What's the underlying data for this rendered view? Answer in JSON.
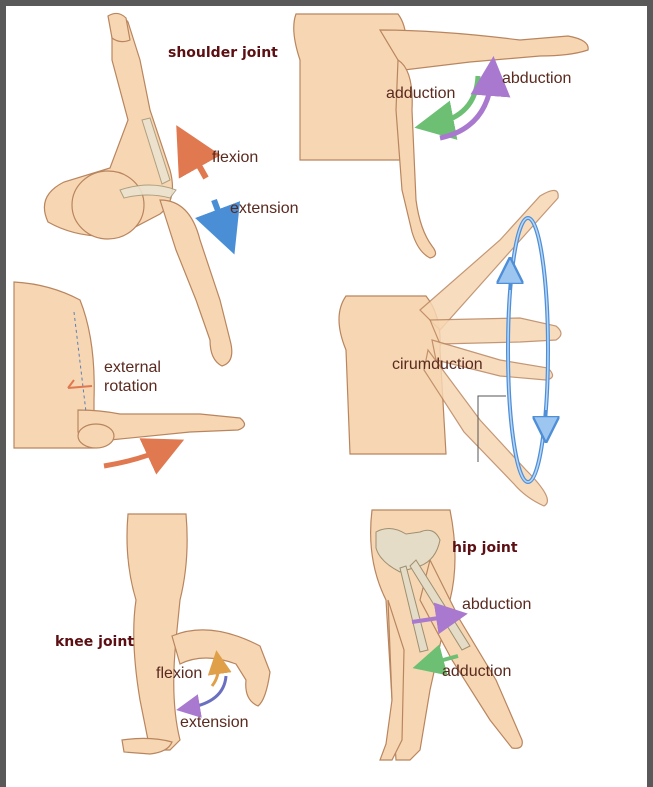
{
  "colors": {
    "skin": "#f7d7b3",
    "skin_outline": "#b9855e",
    "title": "#5c0f12",
    "label": "#5a2a1f",
    "flexion_arrow": "#e07850",
    "extension_arrow": "#4a8fd6",
    "adduction_arrow": "#6cbf73",
    "abduction_arrow": "#a978cf",
    "circumduction": "#4f8fd8",
    "border": "#595959"
  },
  "shoulder": {
    "title": "shoulder joint",
    "flexion": "flexion",
    "extension": "extension",
    "adduction": "adduction",
    "abduction": "abduction",
    "external_rotation_line1": "external",
    "external_rotation_line2": "rotation",
    "circumduction": "cirumduction"
  },
  "knee": {
    "title": "knee joint",
    "flexion": "flexion",
    "extension": "extension"
  },
  "hip": {
    "title": "hip joint",
    "abduction": "abduction",
    "adduction": "adduction"
  }
}
